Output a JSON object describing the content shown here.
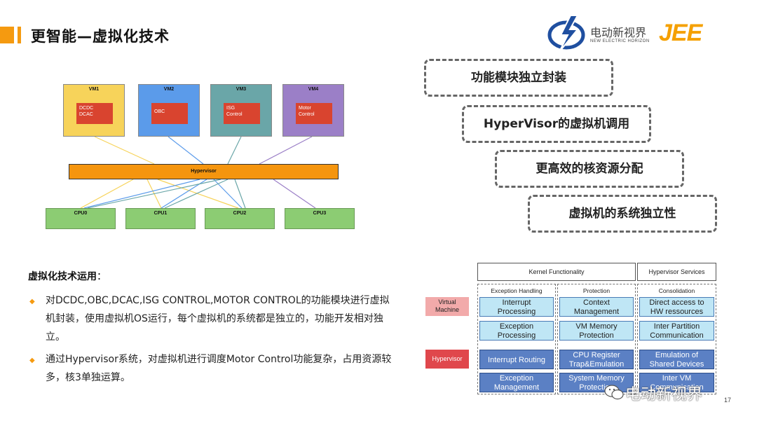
{
  "header": {
    "title": "更智能—虚拟化技术",
    "accent_color": "#f59a10"
  },
  "logo": {
    "cn_text": "电动新视界",
    "en_text": "NEW ELECTRIC HORIZON",
    "brand": "JEE",
    "icon": "lightning-globe-icon"
  },
  "diagram": {
    "vms": [
      {
        "label": "VM1",
        "func": "DCDC\nDCAC",
        "color": "#f7d35a"
      },
      {
        "label": "VM2",
        "func": "OBC",
        "color": "#5b9bea"
      },
      {
        "label": "VM3",
        "func": "ISG\nControl",
        "color": "#6aa6a8"
      },
      {
        "label": "VM4",
        "func": "Motor\nControl",
        "color": "#9b7fc7"
      }
    ],
    "hypervisor": "Hypervisor",
    "cpus": [
      "CPU0",
      "CPU1",
      "CPU2",
      "CPU3"
    ]
  },
  "features": [
    "功能模块独立封装",
    "HyperVisor的虚拟机调用",
    "更高效的核资源分配",
    "虚拟机的系统独立性"
  ],
  "text": {
    "heading": "虚拟化技术运用",
    "colon": "：",
    "bullets": [
      "对DCDC,OBC,DCAC,ISG CONTROL,MOTOR CONTROL的功能模块进行虚拟机封装，使用虚拟机OS运行，每个虚拟机的系统都是独立的，功能开发相对独立。",
      "通过Hypervisor系统，对虚拟机进行调度Motor Control功能复杂，占用资源较多，核3单独运算。"
    ]
  },
  "kernel_table": {
    "head_left": "Kernel Functionality",
    "head_right": "Hypervisor Services",
    "columns": [
      "Exception Handling",
      "Protection",
      "Consolidation"
    ],
    "side_labels": {
      "vm": "Virtual\nMachine",
      "hv": "Hypervisor"
    },
    "rows": [
      [
        "Interrupt\nProcessing",
        "Context\nManagement",
        "Direct access to\nHW ressources"
      ],
      [
        "Exception\nProcessing",
        "VM Memory\nProtection",
        "Inter Partition\nCommunication"
      ],
      [
        "Interrupt Routing",
        "CPU Register\nTrap&Emulation",
        "Emulation of\nShared Devices"
      ],
      [
        "Exception\nManagement",
        "System Memory\nProtection",
        "Inter VM\nCommunication"
      ]
    ]
  },
  "watermark": "电动新视界",
  "page_number": "17"
}
